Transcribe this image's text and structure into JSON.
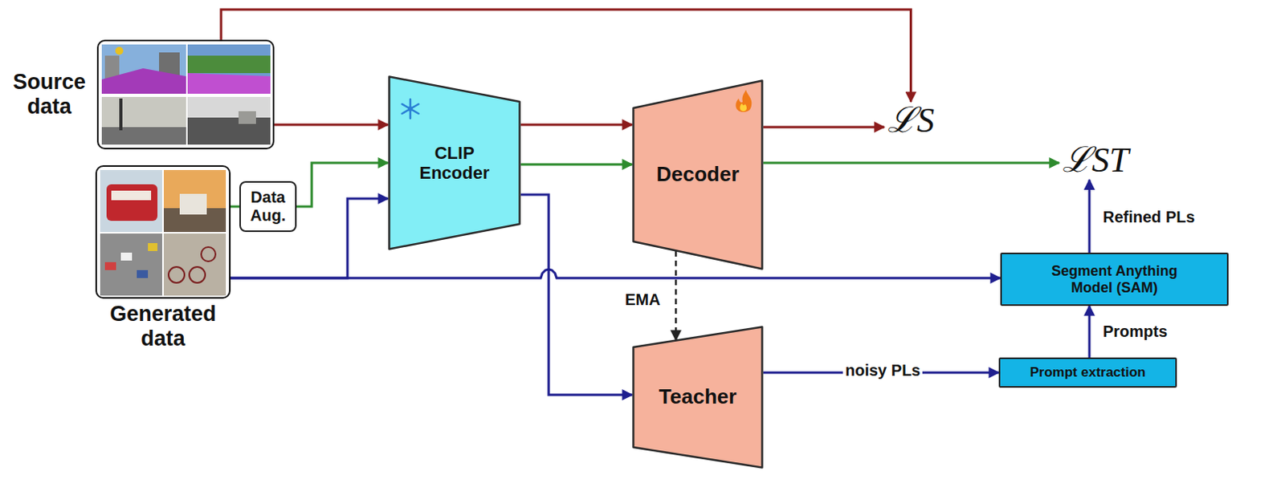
{
  "diagram": {
    "nodes": [
      {
        "text": [
          "Source data"
        ]
      },
      {
        "text": [
          "Generated data"
        ]
      },
      {
        "text": [
          "Data Aug."
        ]
      },
      {
        "text": [
          "CLIP Encoder"
        ]
      },
      {
        "text": [
          "Decoder"
        ]
      },
      {
        "text": [
          "Teacher"
        ]
      },
      {
        "text": [
          "ℒS"
        ]
      },
      {
        "text": [
          "ℒST"
        ]
      },
      {
        "text": [
          "Segment Anything Model (SAM)"
        ]
      },
      {
        "text": [
          "Prompt extraction"
        ]
      }
    ],
    "edges": [
      {
        "from": 0,
        "to": 6,
        "arrow": "to"
      },
      {
        "from": 0,
        "to": 3,
        "arrow": "to"
      },
      {
        "from": 3,
        "to": 4,
        "arrow": "to"
      },
      {
        "from": 4,
        "to": 6,
        "arrow": "to"
      },
      {
        "from": 1,
        "to": 2,
        "arrow": "none"
      },
      {
        "from": 2,
        "to": 3,
        "arrow": "to"
      },
      {
        "from": 3,
        "to": 4,
        "arrow": "to"
      },
      {
        "from": 4,
        "to": 7,
        "arrow": "to"
      },
      {
        "from": 1,
        "to": 3,
        "arrow": "to"
      },
      {
        "from": 1,
        "to": 8,
        "arrow": "to"
      },
      {
        "from": 3,
        "to": 5,
        "arrow": "to"
      },
      {
        "from": 4,
        "to": 5,
        "arrow": "to",
        "label": "EMA"
      },
      {
        "from": 5,
        "to": 9,
        "arrow": "to",
        "label": "noisy PLs"
      },
      {
        "from": 9,
        "to": 8,
        "arrow": "to",
        "label": "Prompts"
      },
      {
        "from": 8,
        "to": 7,
        "arrow": "to",
        "label": "Refined PLs"
      }
    ]
  }
}
